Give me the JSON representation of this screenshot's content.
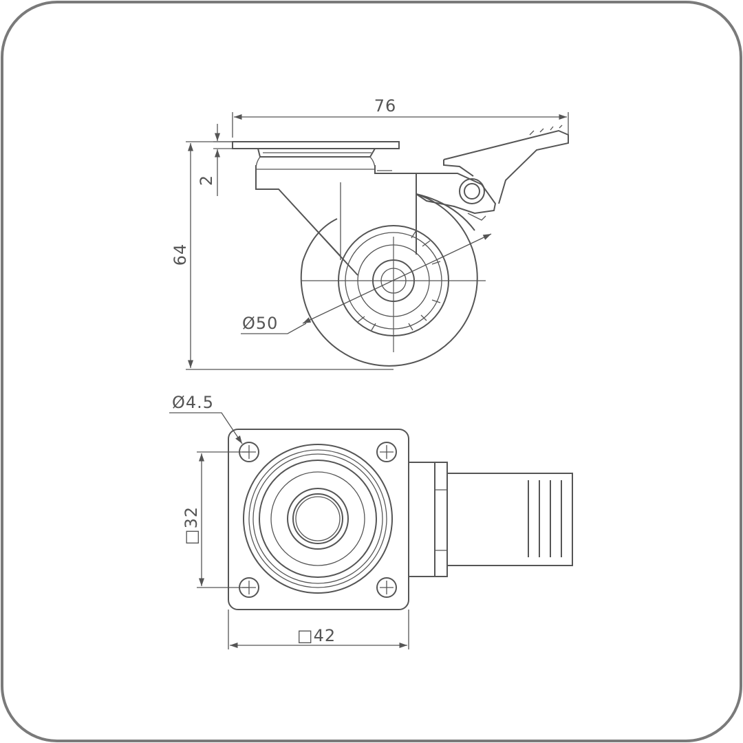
{
  "dimensions": {
    "overall_width": "76",
    "plate_thickness": "2",
    "overall_height": "64",
    "wheel_diameter": "Ø50",
    "hole_diameter": "Ø4.5",
    "hole_spacing": "□32",
    "plate_size": "□42"
  },
  "colors": {
    "line": "#555555",
    "frame": "#7a7a7a",
    "background": "#ffffff"
  }
}
